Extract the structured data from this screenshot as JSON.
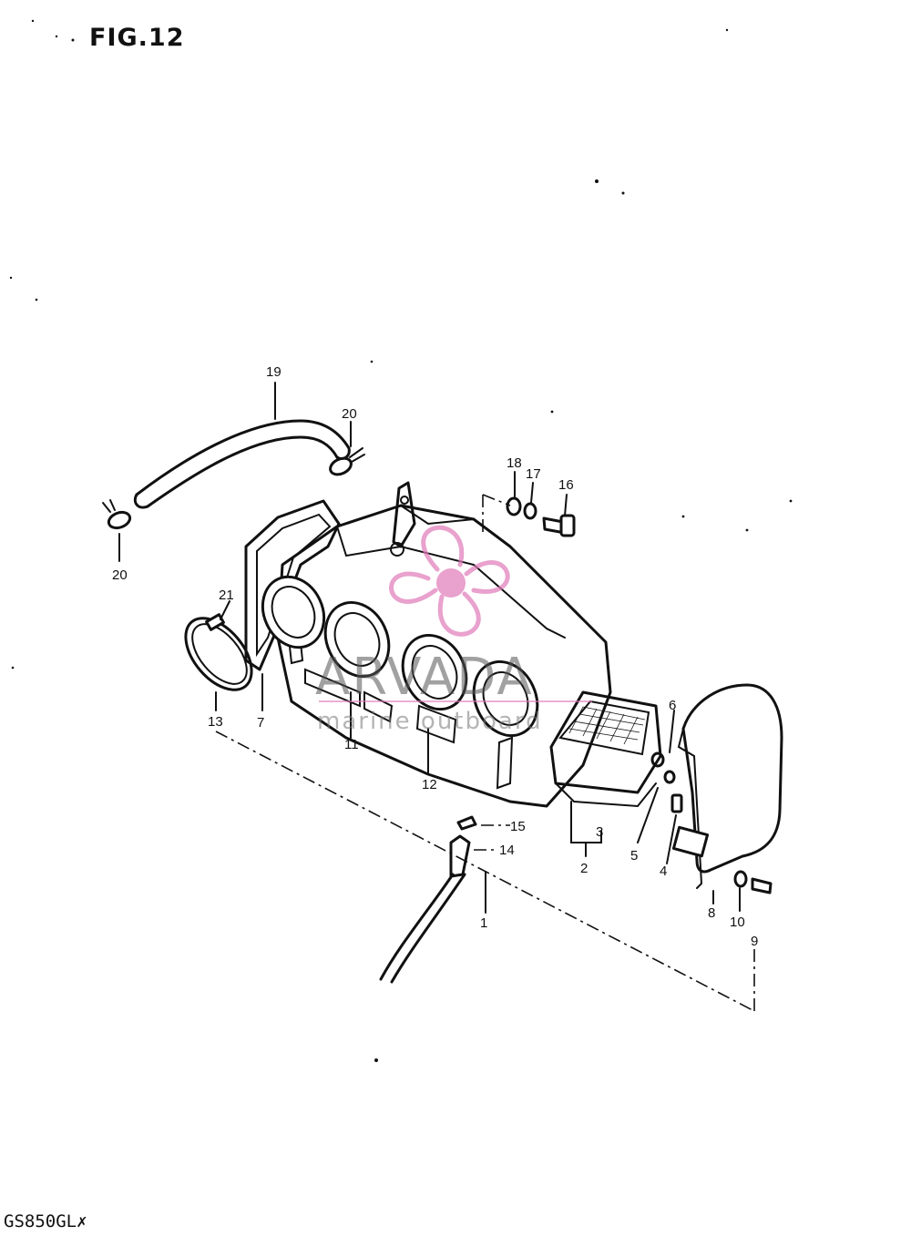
{
  "figure": {
    "title": "FIG.12",
    "model_code": "GS850GL✗"
  },
  "watermark": {
    "brand": "ARVADA",
    "tagline": "marine outboard"
  },
  "callouts": {
    "c1": "1",
    "c2": "2",
    "c3": "3",
    "c4": "4",
    "c5": "5",
    "c6": "6",
    "c7": "7",
    "c8": "8",
    "c9": "9",
    "c10": "10",
    "c11": "11",
    "c12": "12",
    "c13": "13",
    "c14": "14",
    "c15": "15",
    "c16": "16",
    "c17": "17",
    "c18": "18",
    "c19": "19",
    "c20a": "20",
    "c20b": "20",
    "c21": "21"
  },
  "colors": {
    "ink": "#111111",
    "background": "#ffffff",
    "watermark_logo": "#e07ab8"
  }
}
